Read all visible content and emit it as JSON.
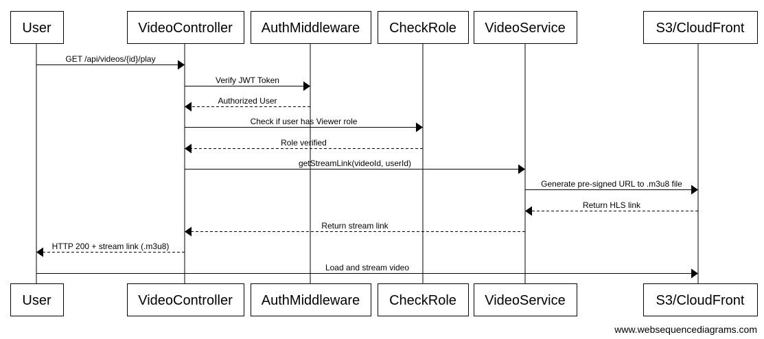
{
  "participants": [
    "User",
    "VideoController",
    "AuthMiddleware",
    "CheckRole",
    "VideoService",
    "S3/CloudFront"
  ],
  "messages": [
    {
      "from": 0,
      "to": 1,
      "label": "GET /api/videos/{id}/play",
      "style": "solid"
    },
    {
      "from": 1,
      "to": 2,
      "label": "Verify JWT Token",
      "style": "solid"
    },
    {
      "from": 2,
      "to": 1,
      "label": "Authorized User",
      "style": "dashed"
    },
    {
      "from": 1,
      "to": 3,
      "label": "Check if user has Viewer role",
      "style": "solid"
    },
    {
      "from": 3,
      "to": 1,
      "label": "Role verified",
      "style": "dashed"
    },
    {
      "from": 1,
      "to": 4,
      "label": "getStreamLink(videoId, userId)",
      "style": "solid"
    },
    {
      "from": 4,
      "to": 5,
      "label": "Generate pre-signed URL to .m3u8 file",
      "style": "solid"
    },
    {
      "from": 5,
      "to": 4,
      "label": "Return HLS link",
      "style": "dashed"
    },
    {
      "from": 4,
      "to": 1,
      "label": "Return stream link",
      "style": "dashed"
    },
    {
      "from": 1,
      "to": 0,
      "label": "HTTP 200 + stream link (.m3u8)",
      "style": "dashed"
    },
    {
      "from": 0,
      "to": 5,
      "label": "Load and stream video",
      "style": "solid"
    }
  ],
  "watermark": "www.websequencediagrams.com"
}
